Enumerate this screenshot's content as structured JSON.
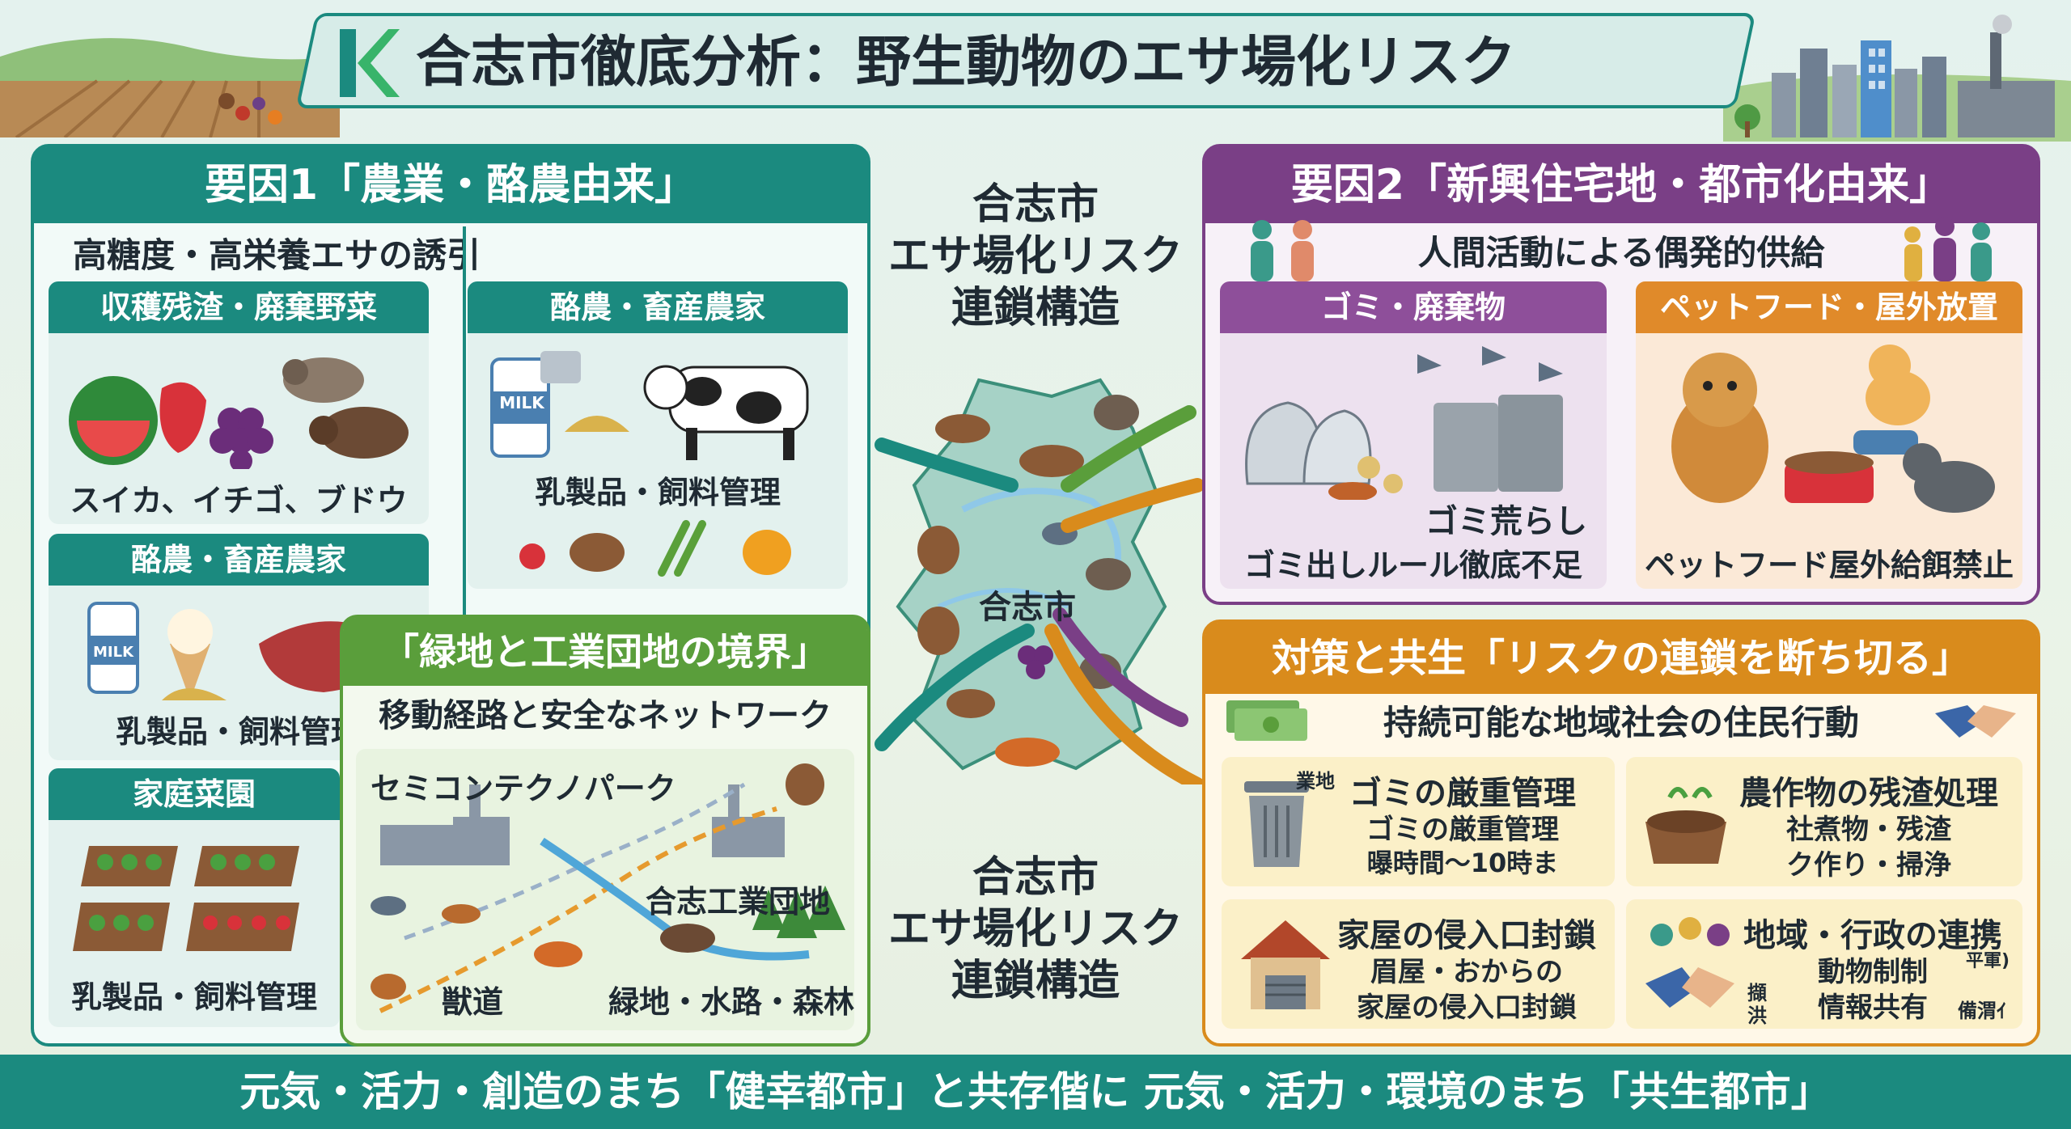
{
  "title": "合志市徹底分析：野生動物のエサ場化リスク",
  "logo_letter": "K",
  "footer": "元気・活力・創造のまち「健幸都市」と共存偕に 元気・活力・環境のまち「共生都市」",
  "colors": {
    "teal": "#1b8a7f",
    "purple": "#7a3f86",
    "green": "#5a9e3b",
    "orange": "#d98b1c",
    "footer": "#1b8a7f"
  },
  "center": {
    "top_line1": "合志市",
    "top_line2": "エサ場化リスク",
    "top_line3": "連鎖構造",
    "map_label": "合志市",
    "bottom_line1": "合志市",
    "bottom_line2": "エサ場化リスク",
    "bottom_line3": "連鎖構造"
  },
  "factor1": {
    "header": "要因1「農業・酪農由来」",
    "subtitle": "高糖度・高栄養エサの誘引",
    "card_a": {
      "title": "収穫残渣・廃棄野菜",
      "caption": "スイカ、イチゴ、ブドウ"
    },
    "card_b": {
      "title": "酪農・畜産農家",
      "caption": "乳製品・飼料管理",
      "milk": "MILK"
    },
    "card_c": {
      "title": "酪農・畜産農家",
      "caption": "乳製品・飼料管理",
      "milk": "MILK"
    },
    "card_d": {
      "title": "家庭菜園",
      "caption": "乳製品・飼料管理"
    }
  },
  "boundary": {
    "header": "「緑地と工業団地の境界」",
    "subtitle": "移動経路と安全なネットワーク",
    "park": "セミコンテクノパーク",
    "industrial": "合志工業団地",
    "trail": "獣道",
    "green": "緑地・水路・森林"
  },
  "factor2": {
    "header": "要因2「新興住宅地・都市化由来」",
    "subtitle": "人間活動による偶発的供給",
    "card_a": {
      "title": "ゴミ・廃棄物",
      "label": "ゴミ荒らし",
      "caption": "ゴミ出しルール徹底不足"
    },
    "card_b": {
      "title": "ペットフード・屋外放置",
      "caption": "ペットフード屋外給餌禁止"
    }
  },
  "measures": {
    "header": "対策と共生「リスクの連鎖を断ち切る」",
    "subtitle": "持続可能な地域社会の住民行動",
    "item1": {
      "title": "ゴミの厳重管理",
      "line1": "ゴミの厳重管理",
      "line2": "曝時間〜10時ま",
      "tag": "業地"
    },
    "item2": {
      "title": "農作物の残渣処理",
      "line1": "社煮物・残渣",
      "line2": "ク作り・掃浄"
    },
    "item3": {
      "title": "家屋の侵入口封鎖",
      "line1": "眉屋・おからの",
      "line2": "家屋の侵入口封鎖"
    },
    "item4": {
      "title": "地域・行政の連携",
      "line1": "動物制制",
      "line2": "情報共有",
      "tag1": "平軍)",
      "tag2": "擷",
      "tag3": "洪",
      "tag4": "備渭ｲ"
    }
  }
}
